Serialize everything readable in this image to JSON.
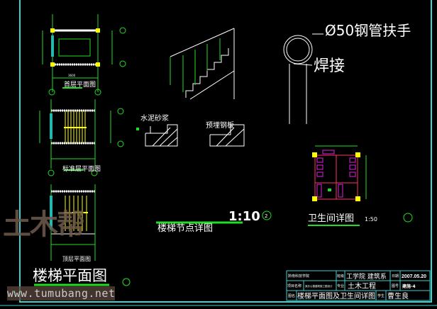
{
  "drawing": {
    "title_main": "楼梯平面图",
    "plan_labels": [
      "首层平面图",
      "标准层平面图",
      "顶层平面图"
    ],
    "detail_labels": {
      "mortar": "水泥砂浆",
      "embedded_plate": "预埋钢板"
    },
    "detail_title": "楼梯节点详图",
    "detail_scale": "1:10",
    "detail_number": "2",
    "handrail_note": "Ø50钢管扶手",
    "weld_note": "焊接",
    "toilet_title": "卫生间详图",
    "toilet_scale": "1:50",
    "dimension_sample": "3600"
  },
  "title_block": {
    "school": "黔南科技学院",
    "project_label": "项目名称",
    "project_value": "某办公楼建筑施工图设计",
    "drawing_label": "图名",
    "drawing_value": "楼梯平面图及卫生间详图",
    "class_label": "班级",
    "class_value": "工学院 建筑系",
    "major_label": "专业",
    "major_value": "土木工程",
    "student_label": "学生",
    "student_value": "曹生良",
    "date_label": "日期",
    "date_value": "2007.05.20",
    "sheet_label": "图号",
    "sheet_value": "建施-4"
  },
  "watermark": {
    "logo": "土木帮",
    "url": "www.tumubang.net"
  },
  "colors": {
    "frame": "#3fd0d0",
    "dim": "#22dd22",
    "wall": "#ffffff",
    "accent": "#ffff00",
    "fixture": "#e020e0"
  }
}
